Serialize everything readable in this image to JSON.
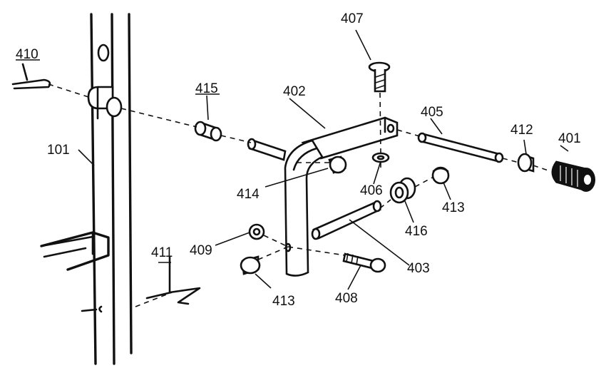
{
  "labels": {
    "p101": "101",
    "p401": "401",
    "p402": "402",
    "p403": "403",
    "p405": "405",
    "p406": "406",
    "p407": "407",
    "p408": "408",
    "p409": "409",
    "p410": "410",
    "p411": "411",
    "p412": "412",
    "p413a": "413",
    "p413b": "413",
    "p414": "414",
    "p415": "415",
    "p416": "416"
  },
  "colors": {
    "ink": "#111111",
    "background": "#ffffff"
  }
}
